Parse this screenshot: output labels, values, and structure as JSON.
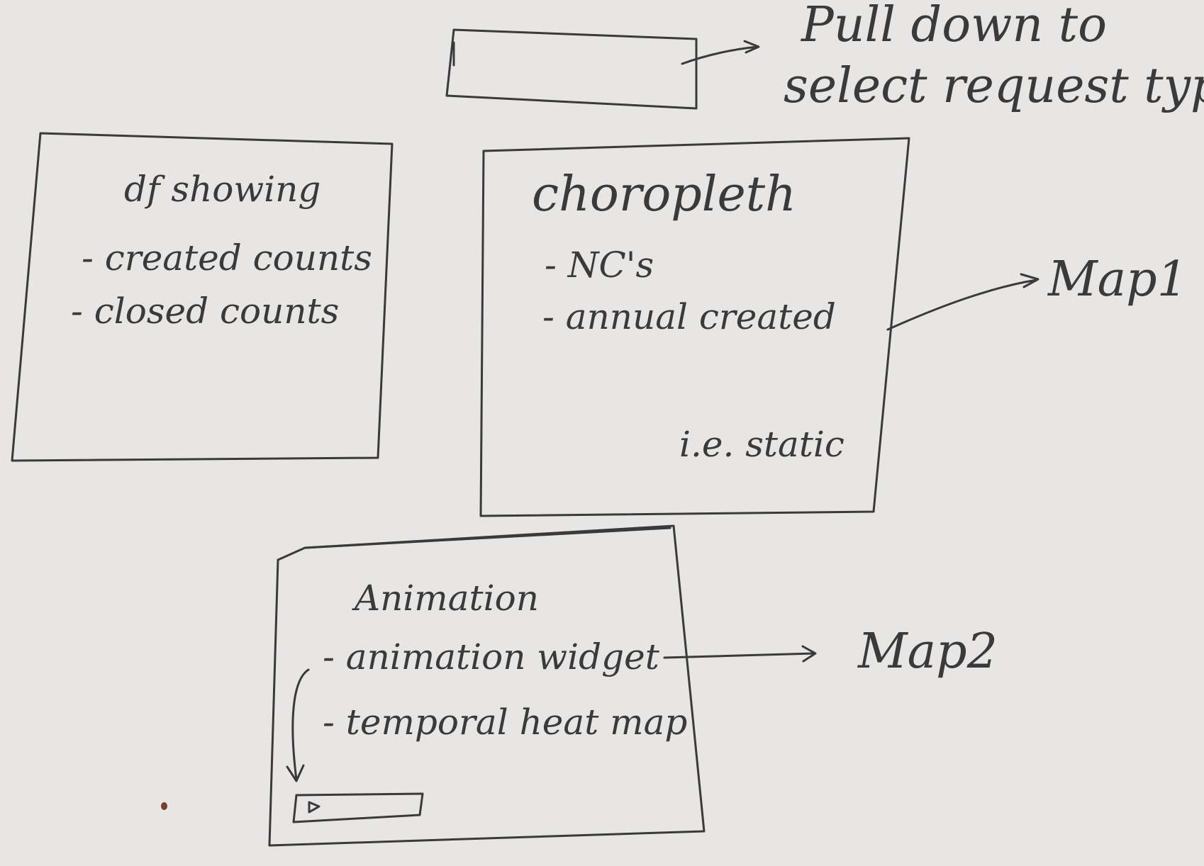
{
  "dropdown_note": {
    "line1": "Pull down to",
    "line2": "select request type"
  },
  "df_box": {
    "title": "df showing",
    "items": [
      "- created counts",
      "- closed counts"
    ]
  },
  "choropleth_box": {
    "title": "choropleth",
    "items": [
      "- NC's",
      "- annual created"
    ],
    "note": "i.e. static",
    "target": "Map1"
  },
  "animation_box": {
    "title": "Animation",
    "items": [
      "- animation widget",
      "- temporal heat map"
    ],
    "target": "Map2"
  },
  "colors": {
    "pencil": "#3a3a3a",
    "paper": "#e7e6e4",
    "dot": "#7a3e30"
  }
}
